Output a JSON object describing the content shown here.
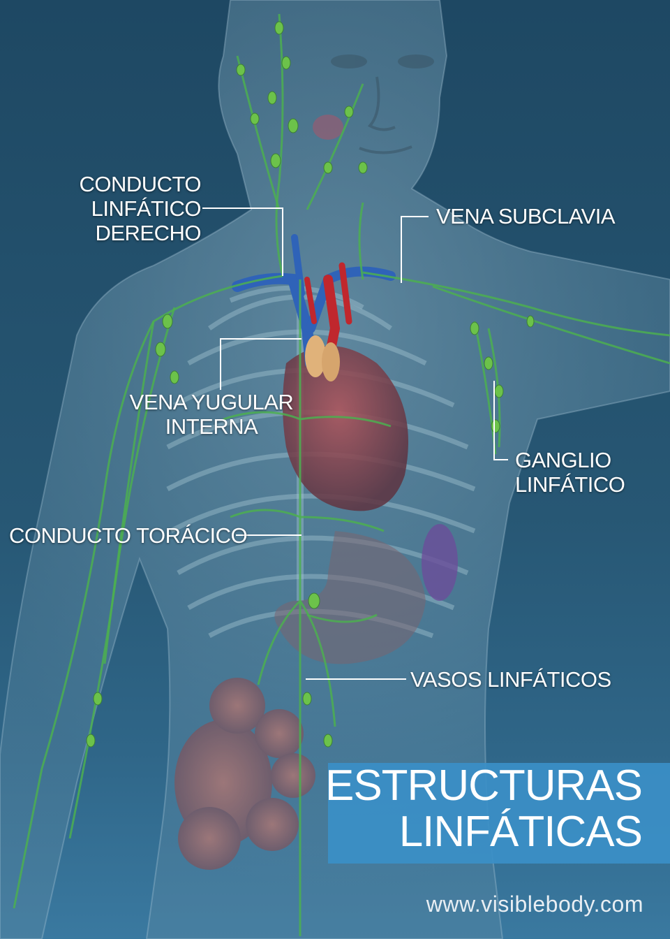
{
  "labels": {
    "right_lymphatic_duct": [
      "CONDUCTO",
      "LINFÁTICO",
      "DERECHO"
    ],
    "subclavian_vein": "VENA SUBCLAVIA",
    "internal_jugular_vein": [
      "VENA YUGULAR",
      "INTERNA"
    ],
    "lymph_node": [
      "GANGLIO",
      "LINFÁTICO"
    ],
    "thoracic_duct": "CONDUCTO TORÁCICO",
    "lymphatic_vessels": "VASOS LINFÁTICOS"
  },
  "title": [
    "ESTRUCTURAS",
    "LINFÁTICAS"
  ],
  "website": "www.visiblebody.com",
  "colors": {
    "background": "#1f4a66",
    "lymph_green": "#4caf50",
    "vein_blue": "#2f63b8",
    "artery_red": "#c0272d",
    "title_box": "#3b8fc7"
  }
}
